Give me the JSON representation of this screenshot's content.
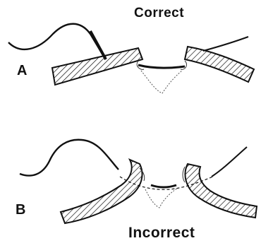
{
  "captions": {
    "top": "Correct",
    "bottom": "Incorrect"
  },
  "panels": {
    "a_label": "A",
    "b_label": "B"
  },
  "colors": {
    "ink": "#111111",
    "background": "#ffffff"
  }
}
